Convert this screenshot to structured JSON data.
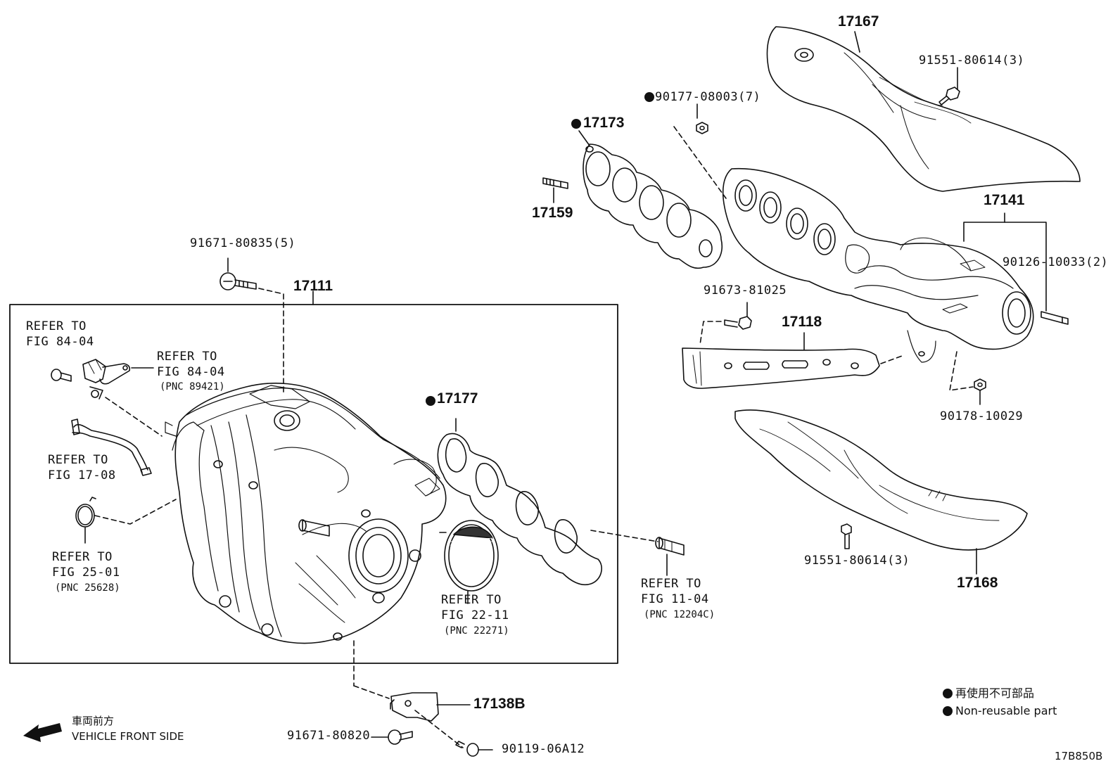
{
  "parts": {
    "p17167": "17167",
    "p91551_top": "91551-80614(3)",
    "p90177": "90177-08003(7)",
    "p17173": "17173",
    "p17159": "17159",
    "p17141": "17141",
    "p90126": "90126-10033(2)",
    "p91673": "91673-81025",
    "p17118": "17118",
    "p90178": "90178-10029",
    "p91671_top": "91671-80835(5)",
    "p17111": "17111",
    "p17177": "17177",
    "p91551_bot": "91551-80614(3)",
    "p17168": "17168",
    "p17138B": "17138B",
    "p91671_bot": "91671-80820",
    "p90119": "90119-06A12"
  },
  "refs": {
    "r1_l1": "REFER TO",
    "r1_l2": "FIG 84-04",
    "r2_l1": "REFER TO",
    "r2_l2": "FIG 84-04",
    "r2_pnc": "(PNC 89421)",
    "r3_l1": "REFER TO",
    "r3_l2": "FIG 17-08",
    "r4_l1": "REFER TO",
    "r4_l2": "FIG 25-01",
    "r4_pnc": "(PNC 25628)",
    "r5_l1": "REFER TO",
    "r5_l2": "FIG 22-11",
    "r5_pnc": "(PNC 22271)",
    "r6_l1": "REFER TO",
    "r6_l2": "FIG 11-04",
    "r6_pnc": "(PNC 12204C)"
  },
  "legend": {
    "jp": "再使用不可部品",
    "en": "Non-reusable part"
  },
  "front": {
    "jp": "車両前方",
    "en": "VEHICLE FRONT SIDE"
  },
  "diagram_id": "17B850B"
}
